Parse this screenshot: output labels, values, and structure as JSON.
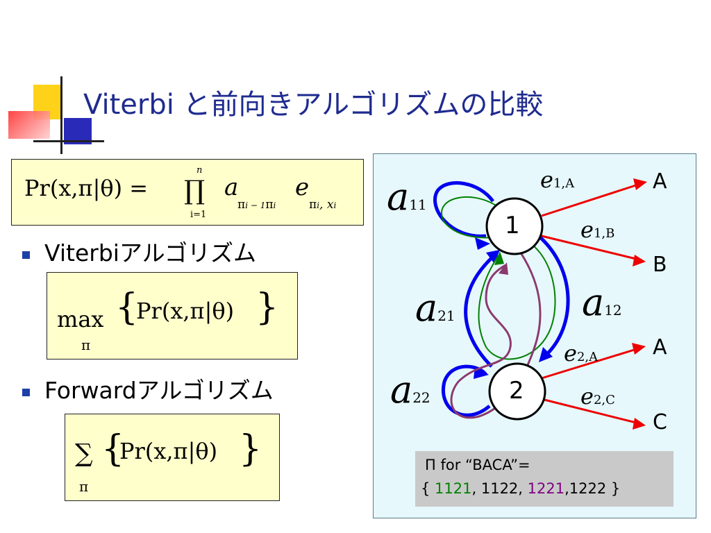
{
  "slide": {
    "title": "Viterbi と前向きアルゴリズムの比較"
  },
  "formula_top": {
    "lhs": "Pr(x,π|θ) = ",
    "prod_symbol": "∏",
    "prod_upper": "n",
    "prod_lower": "i=1",
    "term_a": "a",
    "term_a_sub": "π",
    "term_a_sub2": "i − 1",
    "term_a_sub3": "π",
    "term_a_sub4": "i",
    "term_e": "e",
    "term_e_sub": "π",
    "term_e_sub2": "i",
    "term_e_sub3": ", x",
    "term_e_sub4": "i"
  },
  "bullets": [
    {
      "label": "Viterbiアルゴリズム"
    },
    {
      "label": "Forwardアルゴリズム"
    }
  ],
  "formula_viterbi": {
    "op": "max",
    "op_sub": "π",
    "body": "Pr(x,π|θ)"
  },
  "formula_forward": {
    "op": "∑",
    "op_sub": "π",
    "body": "Pr(x,π|θ)"
  },
  "diagram": {
    "states": [
      "1",
      "2"
    ],
    "outputs": [
      "A",
      "B",
      "A",
      "C"
    ],
    "transition_labels": [
      {
        "base": "a",
        "sub": "11"
      },
      {
        "base": "a",
        "sub": "21"
      },
      {
        "base": "a",
        "sub": "12"
      },
      {
        "base": "a",
        "sub": "22"
      }
    ],
    "emission_labels": [
      {
        "base": "e",
        "sub": "1,A"
      },
      {
        "base": "e",
        "sub": "1,B"
      },
      {
        "base": "e",
        "sub": "2,A"
      },
      {
        "base": "e",
        "sub": "2,C"
      }
    ],
    "colors": {
      "transition": "#0000ee",
      "emission": "#ee0000",
      "path_green": "#008000",
      "path_purple": "#8b3a6e"
    }
  },
  "legend": {
    "line1_prefix": "Π  for “BACA”=",
    "brace_open": "{ ",
    "path1": "1121",
    "sep1": ", 1122, ",
    "path3": "1221",
    "rest": ",1222  }"
  }
}
